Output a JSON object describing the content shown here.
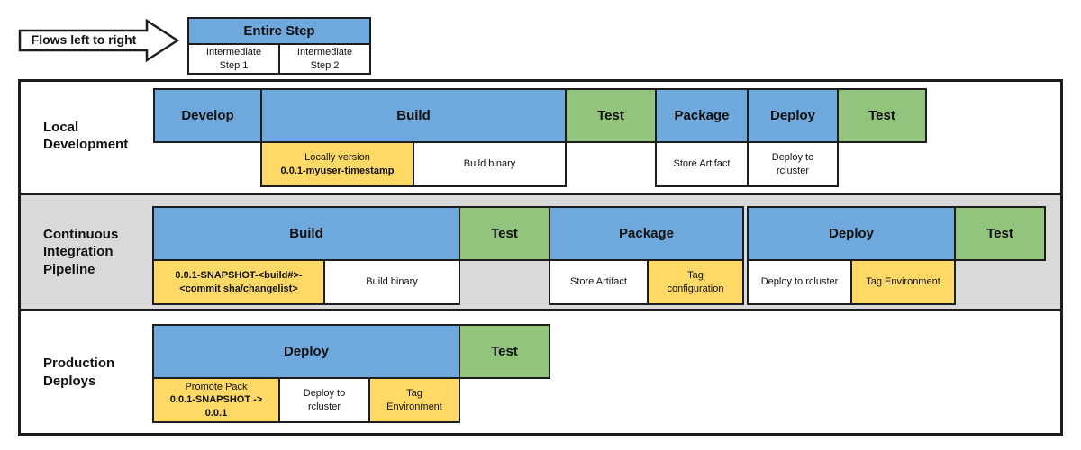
{
  "legend": {
    "flow_label": "Flows left to right",
    "entire_step_label": "Entire Step",
    "intermediate_step_1": "Intermediate\nStep 1",
    "intermediate_step_2": "Intermediate\nStep 2"
  },
  "colors": {
    "step_blue": "#6fa8dc",
    "test_green": "#93c47d",
    "highlight_yellow": "#ffd966",
    "lane_gray": "#d9d9d9",
    "border_dark": "#1d1d1d"
  },
  "rows": [
    {
      "label": "Local\nDevelopment",
      "steps": [
        {
          "label": "Develop"
        },
        {
          "label": "Build"
        },
        {
          "label": "Test"
        },
        {
          "label": "Package"
        },
        {
          "label": "Deploy"
        },
        {
          "label": "Test"
        }
      ],
      "substeps": [
        {
          "text": "Locally version",
          "bold": "0.0.1-myuser-timestamp"
        },
        {
          "text": "Build binary",
          "bold": ""
        },
        {
          "text": "Store Artifact",
          "bold": ""
        },
        {
          "text": "Deploy to\nrcluster",
          "bold": ""
        }
      ]
    },
    {
      "label": "Continuous\nIntegration\nPipeline",
      "steps": [
        {
          "label": "Build"
        },
        {
          "label": "Test"
        },
        {
          "label": "Package"
        },
        {
          "label": "Deploy"
        },
        {
          "label": "Test"
        }
      ],
      "substeps": [
        {
          "text": "",
          "bold": "0.0.1-SNAPSHOT-<build#>-\n<commit sha/changelist>"
        },
        {
          "text": "Build binary",
          "bold": ""
        },
        {
          "text": "Store Artifact",
          "bold": ""
        },
        {
          "text": "Tag\nconfiguration",
          "bold": ""
        },
        {
          "text": "Deploy to rcluster",
          "bold": ""
        },
        {
          "text": "Tag Environment",
          "bold": ""
        }
      ]
    },
    {
      "label": "Production\nDeploys",
      "steps": [
        {
          "label": "Deploy"
        },
        {
          "label": "Test"
        }
      ],
      "substeps": [
        {
          "text": "Promote Pack",
          "bold": "0.0.1-SNAPSHOT ->\n0.0.1"
        },
        {
          "text": "Deploy to\nrcluster",
          "bold": ""
        },
        {
          "text": "Tag\nEnvironment",
          "bold": ""
        }
      ]
    }
  ]
}
